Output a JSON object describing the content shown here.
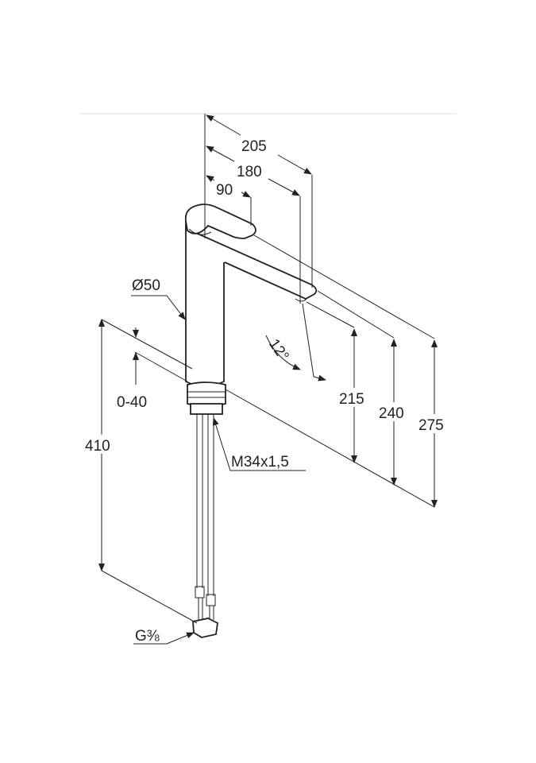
{
  "dimensions": {
    "reach_total": "205",
    "reach_spout": "180",
    "handle_offset": "90",
    "body_diameter": "Ø50",
    "spout_angle": "12°",
    "height_spout": "215",
    "height_240": "240",
    "height_total": "275",
    "deck_thickness": "0-40",
    "hose_length": "410",
    "thread": "M34x1,5",
    "connection": "G⅜"
  }
}
